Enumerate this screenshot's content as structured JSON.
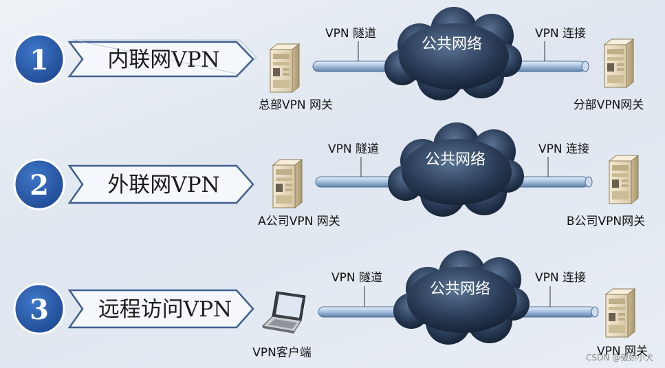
{
  "rows": [
    {
      "number": "1",
      "title": "内联网VPN",
      "tunnel_label": "VPN 隧道",
      "cloud_label": "公共网络",
      "connection_label": "VPN 连接",
      "left_device": {
        "icon": "server-icon",
        "label": "总部VPN 网关"
      },
      "right_device": {
        "icon": "server-icon",
        "label": "分部VPN网关"
      }
    },
    {
      "number": "2",
      "title": "外联网VPN",
      "tunnel_label": "VPN 隧道",
      "cloud_label": "公共网络",
      "connection_label": "VPN 连接",
      "left_device": {
        "icon": "server-icon",
        "label": "A公司VPN 网关"
      },
      "right_device": {
        "icon": "server-icon",
        "label": "B公司VPN网关"
      }
    },
    {
      "number": "3",
      "title": "远程访问VPN",
      "tunnel_label": "VPN 隧道",
      "cloud_label": "公共网络",
      "connection_label": "VPN 连接",
      "left_device": {
        "icon": "laptop-icon",
        "label": "VPN客户端"
      },
      "right_device": {
        "icon": "server-icon",
        "label": "VPN 网关"
      }
    }
  ],
  "watermark": "CSDN @傲娇小犬",
  "colors": {
    "badge_blue": "#2a5aa8",
    "pipe_blue": "#9fb9d8",
    "cloud_dark": "#1d2e45",
    "server_beige": "#e8dcc2"
  }
}
